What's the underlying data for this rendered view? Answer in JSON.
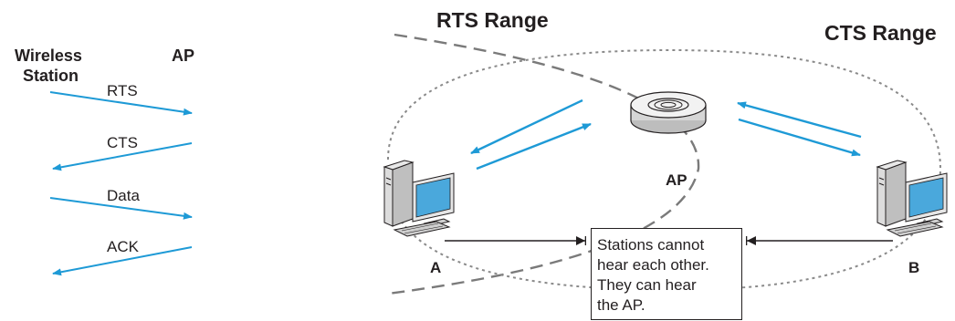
{
  "sequence": {
    "station_label_line1": "Wireless",
    "station_label_line2": "Station",
    "ap_label": "AP",
    "messages": [
      "RTS",
      "CTS",
      "Data",
      "ACK"
    ]
  },
  "topology": {
    "rts_range_label": "RTS Range",
    "cts_range_label": "CTS Range",
    "ap_label": "AP",
    "station_a_label": "A",
    "station_b_label": "B",
    "note_lines": [
      "Stations cannot",
      "hear each other.",
      "They can hear",
      "the AP."
    ]
  },
  "colors": {
    "arrow": "#1e9ad6",
    "text": "#231f20",
    "range_dash": "#7a7a7a",
    "monitor_fill": "#4aa8dc",
    "computer_body": "#d9d9d9"
  },
  "icons": [
    "access-point-icon",
    "computer-icon"
  ]
}
